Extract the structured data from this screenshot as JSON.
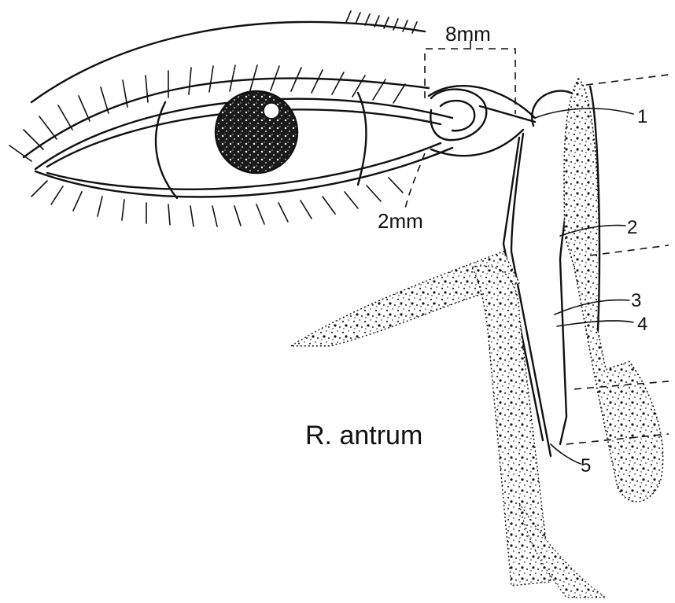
{
  "labels": {
    "top_measure": "8mm",
    "lower_measure": "2mm",
    "region": "R. antrum",
    "n1": "1",
    "n2": "2",
    "n3": "3",
    "n4": "4",
    "n5": "5"
  },
  "colors": {
    "ink": "#111111",
    "paper": "#ffffff"
  }
}
